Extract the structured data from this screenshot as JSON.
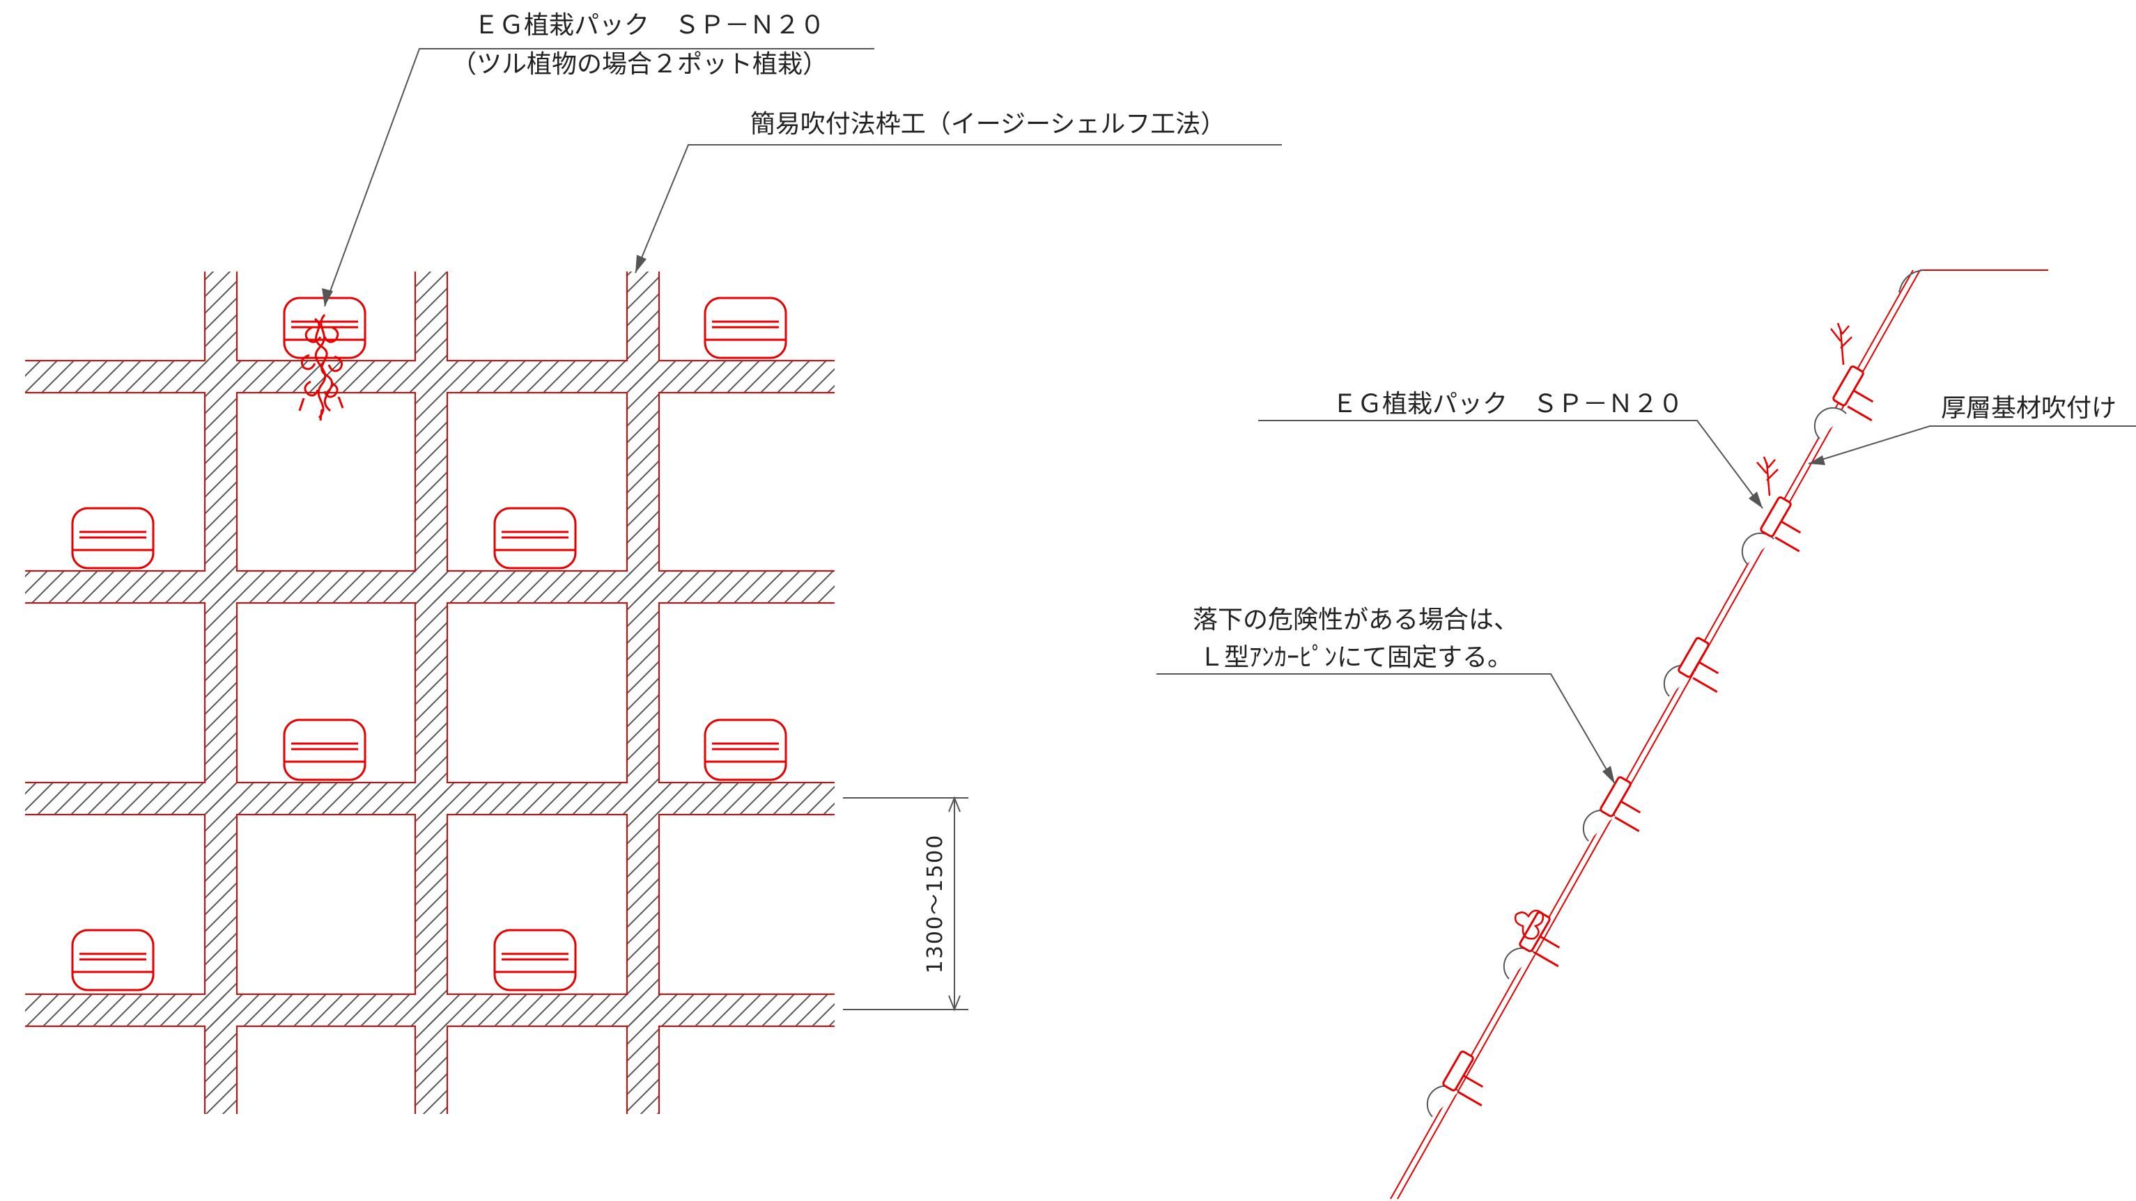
{
  "labels": {
    "pack_name": "ＥＧ植栽パック　ＳＰ－Ｎ２０",
    "pack_note": "（ツル植物の場合２ポット植栽）",
    "frame_method": "簡易吹付法枠工（イージーシェルフ工法）",
    "dimension": "1300～1500",
    "side_pack_name": "ＥＧ植栽パック　ＳＰ－Ｎ２０",
    "thick_layer": "厚層基材吹付け",
    "fall_risk_line1": "落下の危険性がある場合は、",
    "fall_risk_line2": "Ｌ型ｱﾝｶｰﾋﾟﾝにて固定する。"
  },
  "colors": {
    "frame_line": "#e60000",
    "hatch": "#555555",
    "leader": "#555555",
    "plant": "#e60000",
    "text": "#222222"
  }
}
